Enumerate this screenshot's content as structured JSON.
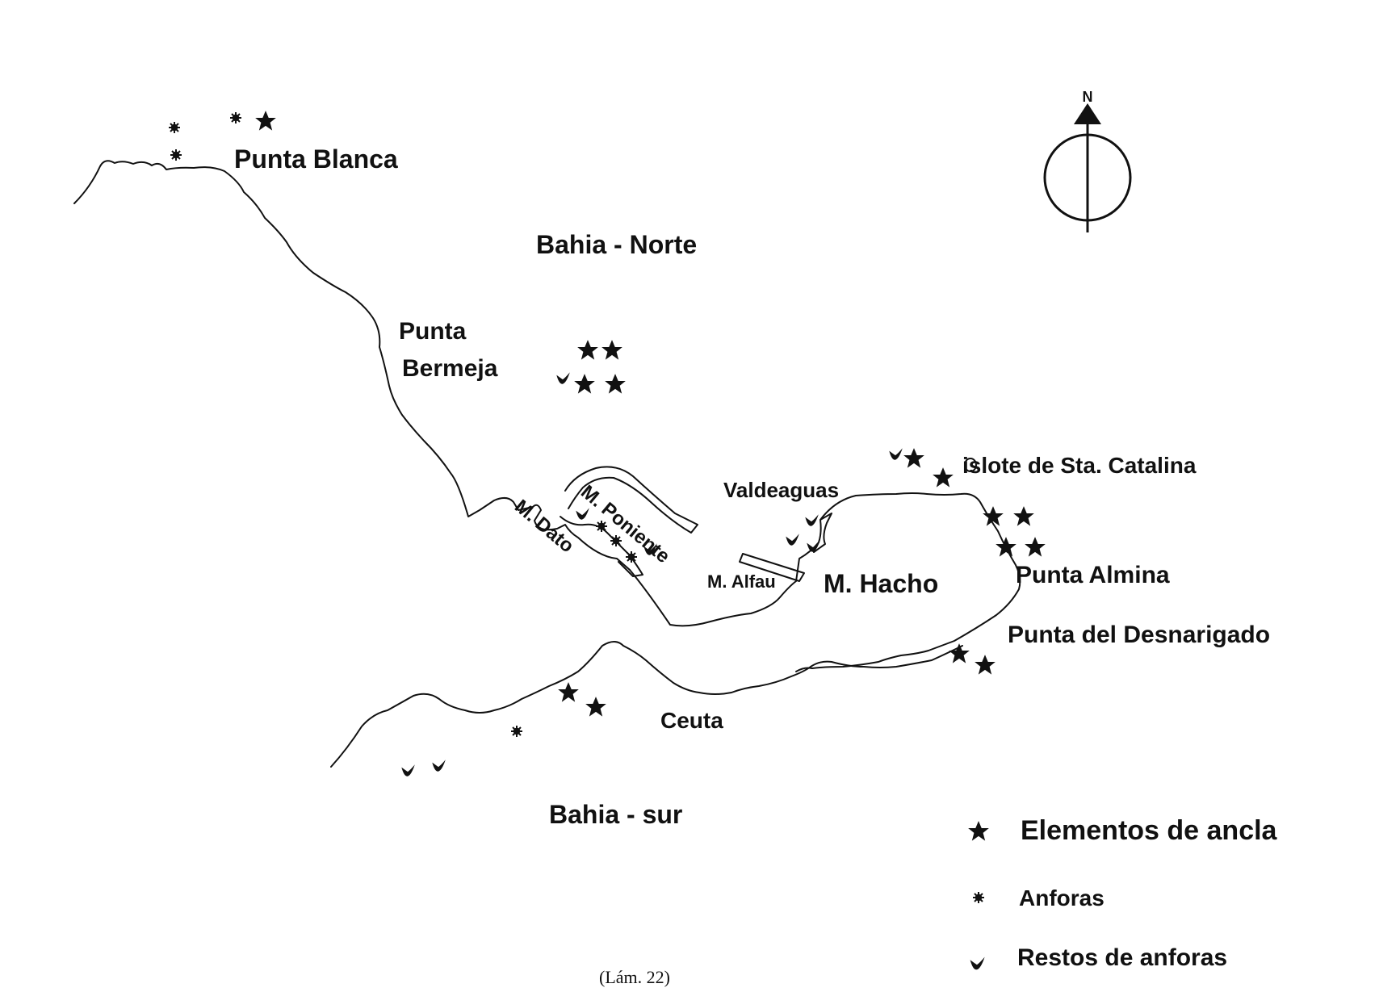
{
  "map": {
    "places": {
      "punta_blanca": "Punta Blanca",
      "bahia_norte": "Bahia - Norte",
      "punta": "Punta",
      "bermeja": "Bermeja",
      "valdeaguas": "Valdeaguas",
      "islote": "islote de Sta. Catalina",
      "m_poniente": "M. Poniente",
      "m_dato": "M. Dato",
      "m_alfau": "M. Alfau",
      "m_hacho": "M. Hacho",
      "punta_almina": "Punta Almina",
      "punta_desnarigado": "Punta del Desnarigado",
      "ceuta": "Ceuta",
      "bahia_sur": "Bahia - sur"
    },
    "compass": {
      "north_label": "N"
    },
    "legend": {
      "anchor": "Elementos de ancla",
      "amphora": "Anforas",
      "remains": "Restos de anforas"
    },
    "caption": "(Lám. 22)"
  },
  "colors": {
    "ink": "#111111",
    "paper": "#ffffff"
  },
  "icons": {
    "anchor": "star-icon",
    "amphora": "asterisk-dot-icon",
    "remains": "v-shard-icon"
  }
}
